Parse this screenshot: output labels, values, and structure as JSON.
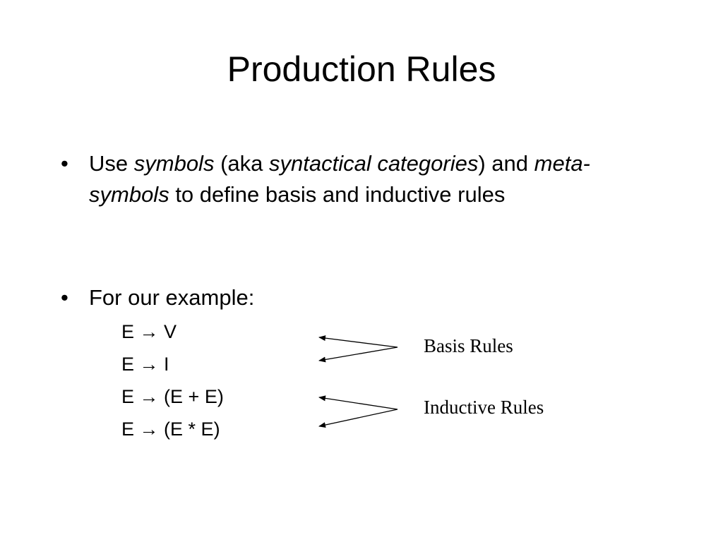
{
  "slide": {
    "title": "Production Rules",
    "bullets": [
      {
        "marker": "•",
        "segments": [
          {
            "text": "Use ",
            "italic": false
          },
          {
            "text": "symbols",
            "italic": true
          },
          {
            "text": " (aka ",
            "italic": false
          },
          {
            "text": "syntactical categories",
            "italic": true
          },
          {
            "text": ") and ",
            "italic": false
          },
          {
            "text": "meta-symbols",
            "italic": true
          },
          {
            "text": " to define basis and inductive rules",
            "italic": false
          }
        ]
      },
      {
        "marker": "•",
        "text": "For our example:"
      }
    ],
    "rules": [
      {
        "lhs": "E",
        "arrow": "→",
        "rhs": "V"
      },
      {
        "lhs": "E",
        "arrow": "→",
        "rhs": "I"
      },
      {
        "lhs": "E",
        "arrow": "→",
        "rhs": "(E + E)"
      },
      {
        "lhs": "E",
        "arrow": "→",
        "rhs": "(E * E)"
      }
    ],
    "labels": {
      "basis": "Basis Rules",
      "inductive": "Inductive Rules"
    },
    "colors": {
      "background": "#ffffff",
      "text": "#000000"
    }
  }
}
